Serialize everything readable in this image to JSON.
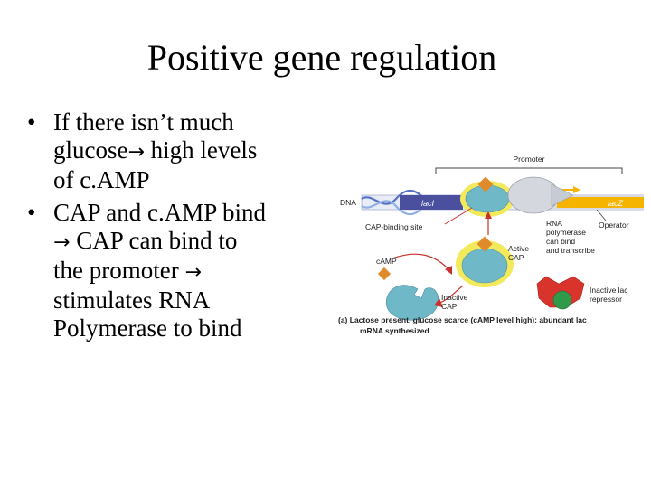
{
  "slide": {
    "title": "Positive gene regulation",
    "bullets": [
      {
        "lines": [
          [
            {
              "t": "If there isn’t much"
            }
          ],
          [
            {
              "t": "glucose"
            },
            {
              "arrow": true
            },
            {
              "t": " high levels"
            }
          ],
          [
            {
              "t": "of c.AMP"
            }
          ]
        ]
      },
      {
        "lines": [
          [
            {
              "t": "CAP and c.AMP bind"
            }
          ],
          [
            {
              "arrow": true
            },
            {
              "t": " CAP can bind to"
            }
          ],
          [
            {
              "t": "the promoter "
            },
            {
              "arrow": true
            }
          ],
          [
            {
              "t": "stimulates RNA"
            }
          ],
          [
            {
              "t": "Polymerase to bind"
            }
          ]
        ]
      }
    ],
    "bullet_symbol": "•",
    "arrow_symbol": "→"
  },
  "figure": {
    "promoter": "Promoter",
    "dna": "DNA",
    "laci": "lacI",
    "lacz": "lacZ",
    "cap_binding_site": "CAP-binding site",
    "rna_polymerase": [
      "RNA",
      "polymerase",
      "can bind",
      "and transcribe"
    ],
    "operator": "Operator",
    "camp": "cAMP",
    "active_cap": [
      "Active",
      "CAP"
    ],
    "inactive_cap": [
      "Inactive",
      "CAP"
    ],
    "inactive_repressor": [
      "Inactive lac",
      "repressor"
    ],
    "caption": [
      "(a) Lactose present, glucose scarce (cAMP level high): abundant lac",
      "mRNA synthesized"
    ],
    "colors": {
      "cap": "#6fb8c8",
      "cap_outline": "#f2ea5c",
      "camp": "#e08a2c",
      "repressor": "#d8342c",
      "inducer": "#2e9a4a",
      "polymerase": "#d4d8de",
      "lacz_band": "#f5b400",
      "laci_band": "#4a4f9e",
      "dna_blue": "#5872c4",
      "arrow_red": "#c8322c"
    }
  }
}
